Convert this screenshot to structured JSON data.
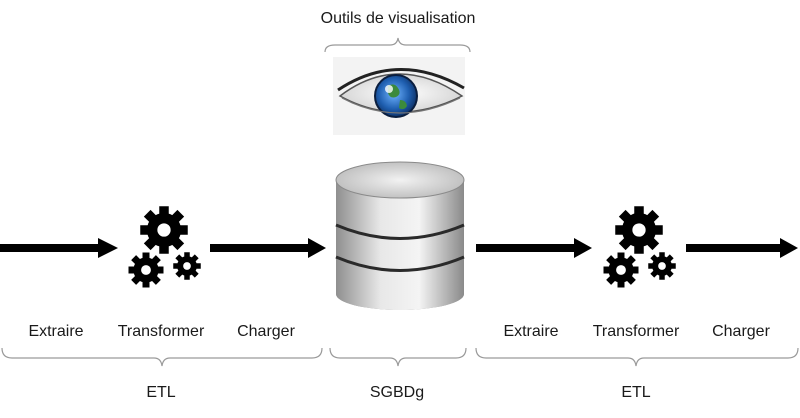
{
  "viz_tools": {
    "label": "Outils de visualisation",
    "icon": "eye-earth-icon"
  },
  "database": {
    "label": "SGBDg",
    "icon": "database-cylinder-icon"
  },
  "left_etl": {
    "group_label": "ETL",
    "steps": [
      "Extraire",
      "Transformer",
      "Charger"
    ],
    "icon": "gears-icon"
  },
  "right_etl": {
    "group_label": "ETL",
    "steps": [
      "Extraire",
      "Transformer",
      "Charger"
    ],
    "icon": "gears-icon"
  },
  "colors": {
    "arrow": "#000000",
    "brace": "#9a9a9a",
    "db_light": "#e6e6e6",
    "db_dark": "#8a8a8a",
    "iris": "#1f5fb0"
  }
}
